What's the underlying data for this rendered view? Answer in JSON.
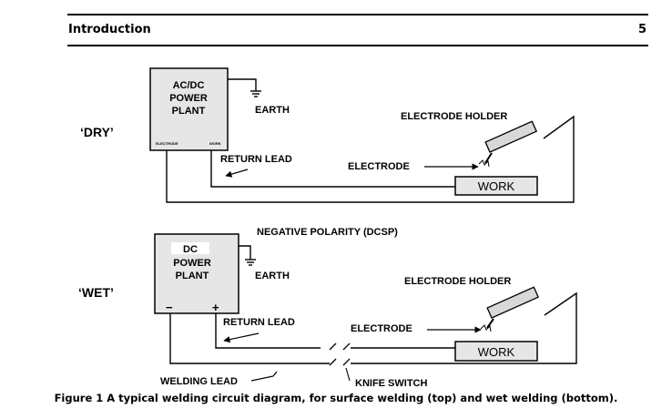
{
  "header": {
    "section": "Introduction",
    "page_number": "5"
  },
  "dry": {
    "label": "‘DRY’",
    "plant_lines": [
      "AC/DC",
      "POWER",
      "PLANT"
    ],
    "terminal_left": "ELECTRODE",
    "terminal_right": "WORK",
    "earth": "EARTH",
    "electrode_holder": "ELECTRODE HOLDER",
    "electrode": "ELECTRODE",
    "return_lead": "RETURN LEAD",
    "work": "WORK"
  },
  "polarity": "NEGATIVE POLARITY  (DCSP)",
  "wet": {
    "label": "‘WET’",
    "plant_lines": [
      "DC",
      "POWER",
      "PLANT"
    ],
    "minus": "−",
    "plus": "+",
    "earth": "EARTH",
    "electrode_holder": "ELECTRODE HOLDER",
    "electrode": "ELECTRODE",
    "return_lead": "RETURN LEAD",
    "work": "WORK",
    "welding_lead": "WELDING LEAD",
    "knife_switch": "KNIFE SWITCH"
  },
  "caption": "Figure 1  A typical welding circuit diagram, for surface welding (top) and  wet welding (bottom)."
}
